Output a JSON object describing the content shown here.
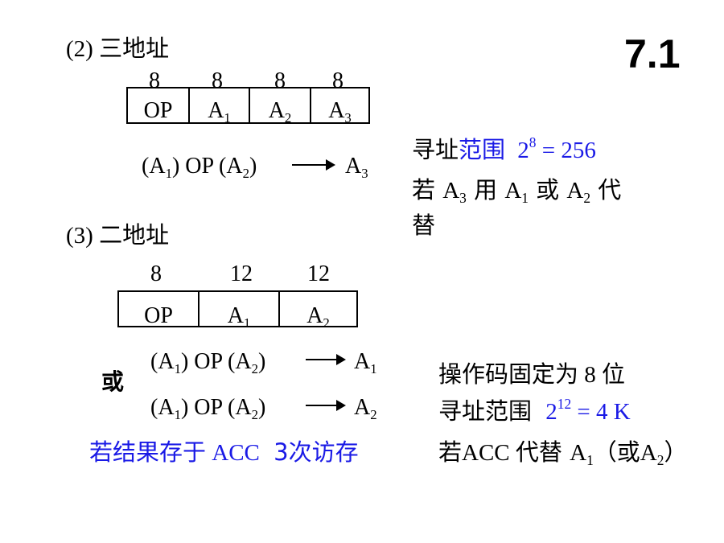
{
  "slide": {
    "number": "7.1"
  },
  "three_address": {
    "heading_num": "(2)",
    "heading_cn": "三地址",
    "bits": [
      "8",
      "8",
      "8",
      "8"
    ],
    "fields": [
      {
        "base": "OP",
        "sub": ""
      },
      {
        "base": "A",
        "sub": "1"
      },
      {
        "base": "A",
        "sub": "2"
      },
      {
        "base": "A",
        "sub": "3"
      }
    ],
    "expr": {
      "a": "A",
      "a_sub": "1",
      "op": "OP",
      "b": "A",
      "b_sub": "2",
      "dest": "A",
      "dest_sub": "3"
    },
    "note": {
      "label_cn": "寻址",
      "label_blue": "范围",
      "base": "2",
      "exp": "8",
      "result": "= 256",
      "line2_pre": "若 ",
      "line2_a": "A",
      "line2_a_sub": "3",
      "line2_mid": " 用 ",
      "line2_b": "A",
      "line2_b_sub": "1",
      "line2_or": " 或 ",
      "line2_c": "A",
      "line2_c_sub": "2",
      "line2_post": " 代",
      "line3": "替"
    }
  },
  "two_address": {
    "heading_num": "(3)",
    "heading_cn": "二地址",
    "bits": [
      "8",
      "12",
      "12"
    ],
    "fields": [
      {
        "base": "OP",
        "sub": ""
      },
      {
        "base": "A",
        "sub": "1"
      },
      {
        "base": "A",
        "sub": "2"
      }
    ],
    "or_label": "或",
    "expr1": {
      "a": "A",
      "a_sub": "1",
      "op": "OP",
      "b": "A",
      "b_sub": "2",
      "dest": "A",
      "dest_sub": "1"
    },
    "expr2": {
      "a": "A",
      "a_sub": "1",
      "op": "OP",
      "b": "A",
      "b_sub": "2",
      "dest": "A",
      "dest_sub": "2"
    },
    "note": {
      "line1_cn": "操作码固定为",
      "line1_num": " 8 ",
      "line1_end": "位",
      "line2_cn": "寻址范围",
      "base": "2",
      "exp": "12",
      "result": "= 4 K"
    },
    "acc_note": {
      "cn1": "若结果存于",
      "acc": " ACC ",
      "count": "3次访存",
      "replace_cn": "若",
      "replace_acc": "ACC ",
      "replace_mid": "代替 ",
      "a": "A",
      "a_sub": "1",
      "paren_open": "（或",
      "b": "A",
      "b_sub": "2",
      "paren_close": "）"
    }
  }
}
